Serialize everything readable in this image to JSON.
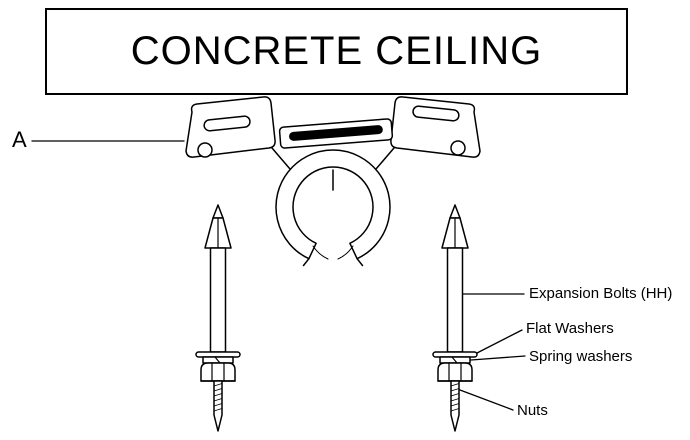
{
  "colors": {
    "ink": "#000000",
    "background": "#ffffff",
    "slot_fill": "#000000"
  },
  "diagram": {
    "ceiling_label": "CONCRETE CEILING",
    "part_label": "A",
    "callouts": {
      "expansion_bolts": "Expansion Bolts (HH)",
      "flat_washers": "Flat Washers",
      "spring_washers": "Spring washers",
      "nuts": "Nuts"
    }
  }
}
